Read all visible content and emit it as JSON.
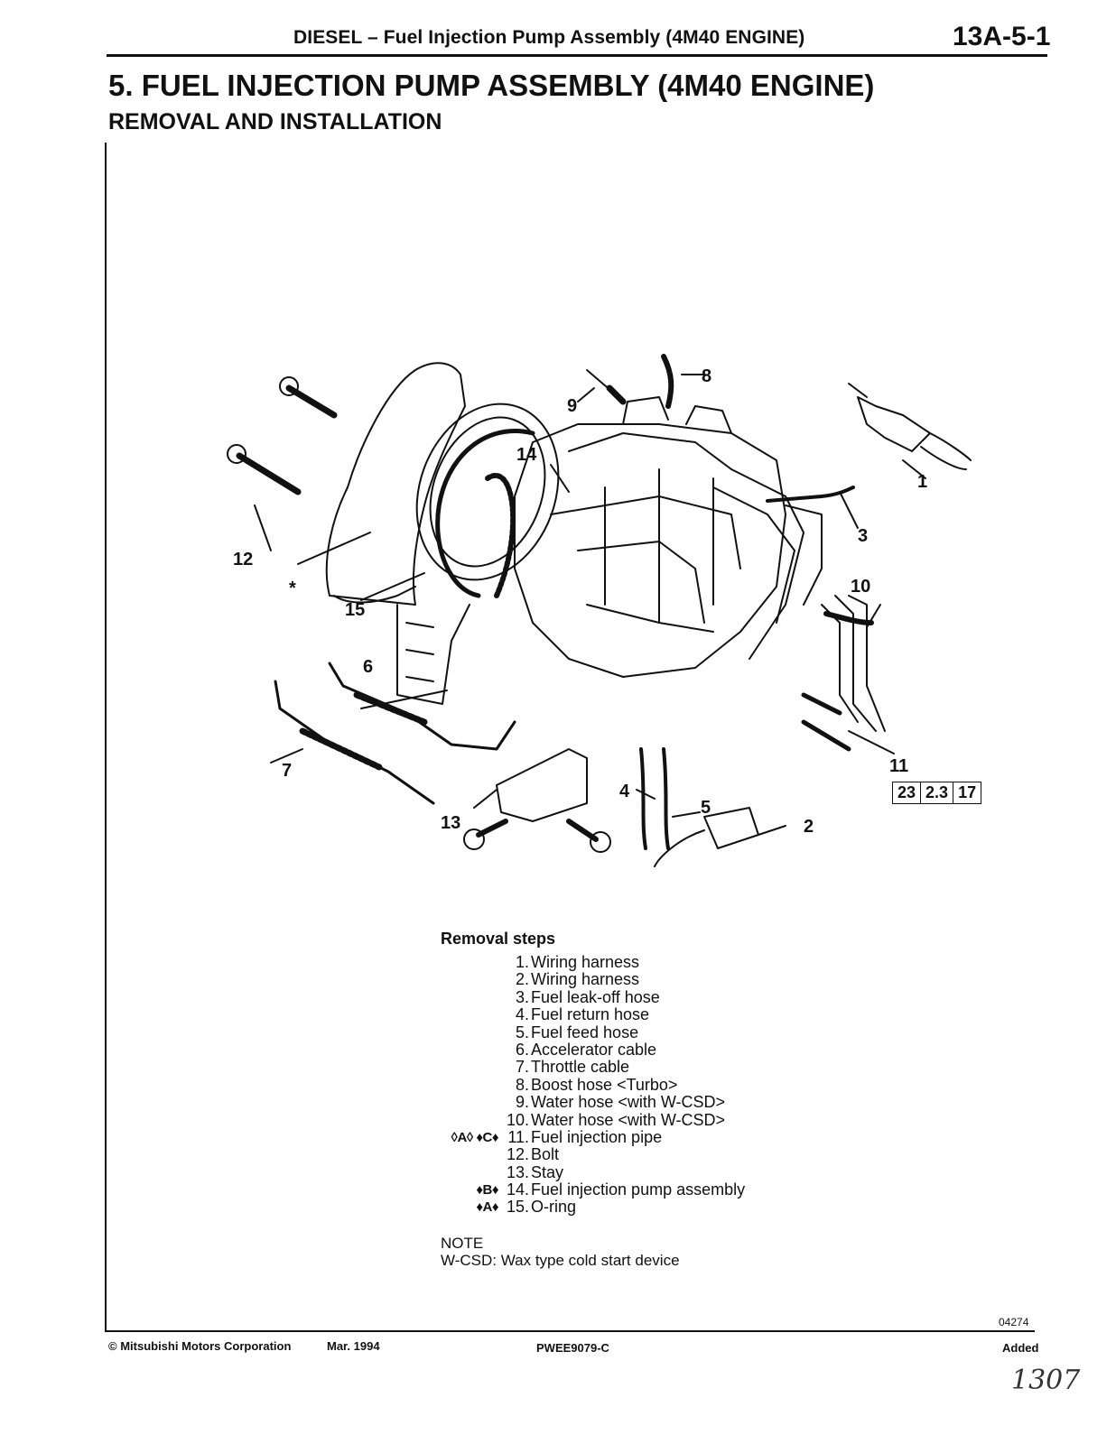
{
  "header": {
    "title": "DIESEL – Fuel Injection Pump Assembly (4M40 ENGINE)",
    "page_number": "13A-5-1"
  },
  "main_title": "5. FUEL INJECTION PUMP ASSEMBLY (4M40 ENGINE)",
  "sub_title": "REMOVAL AND INSTALLATION",
  "diagram": {
    "callouts": [
      "1",
      "2",
      "3",
      "4",
      "5",
      "6",
      "7",
      "8",
      "9",
      "10",
      "11",
      "12",
      "13",
      "14",
      "15"
    ],
    "asterisk": "*",
    "torque": [
      "23",
      "2.3",
      "17"
    ]
  },
  "removal_steps": {
    "heading": "Removal steps",
    "items": [
      {
        "marks": "",
        "num": "1.",
        "label": "Wiring harness"
      },
      {
        "marks": "",
        "num": "2.",
        "label": "Wiring harness"
      },
      {
        "marks": "",
        "num": "3.",
        "label": "Fuel leak-off hose"
      },
      {
        "marks": "",
        "num": "4.",
        "label": "Fuel return hose"
      },
      {
        "marks": "",
        "num": "5.",
        "label": "Fuel feed hose"
      },
      {
        "marks": "",
        "num": "6.",
        "label": "Accelerator cable"
      },
      {
        "marks": "",
        "num": "7.",
        "label": "Throttle cable"
      },
      {
        "marks": "",
        "num": "8.",
        "label": "Boost hose <Turbo>"
      },
      {
        "marks": "",
        "num": "9.",
        "label": "Water hose <with W-CSD>"
      },
      {
        "marks": "",
        "num": "10.",
        "label": "Water hose <with W-CSD>"
      },
      {
        "marks": "◊A◊ ♦C♦",
        "num": "11.",
        "label": "Fuel injection pipe"
      },
      {
        "marks": "",
        "num": "12.",
        "label": "Bolt"
      },
      {
        "marks": "",
        "num": "13.",
        "label": "Stay"
      },
      {
        "marks": "♦B♦",
        "num": "14.",
        "label": "Fuel injection pump assembly"
      },
      {
        "marks": "♦A♦",
        "num": "15.",
        "label": "O-ring"
      }
    ]
  },
  "note": {
    "title": "NOTE",
    "text": "W-CSD: Wax type cold start device"
  },
  "figure_code": "04274",
  "footer": {
    "copyright": "© Mitsubishi Motors Corporation",
    "date": "Mar. 1994",
    "code": "PWEE9079-C",
    "status": "Added",
    "handwritten": "1307"
  }
}
